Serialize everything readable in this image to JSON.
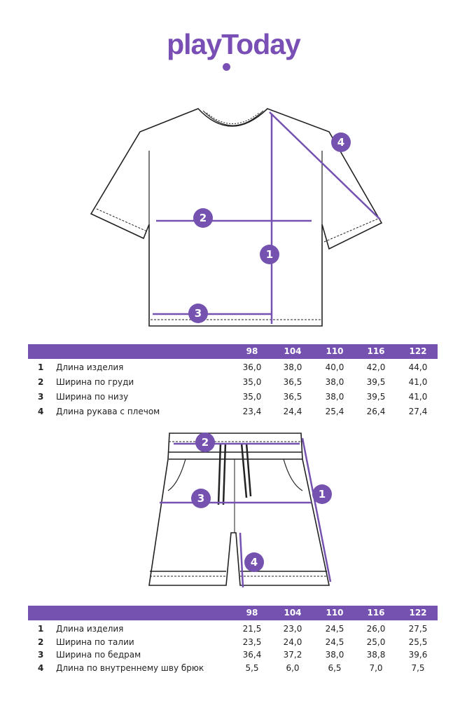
{
  "brand": "playToday",
  "colors": {
    "accent": "#7552b0"
  },
  "tshirt_markers": [
    "1",
    "2",
    "3",
    "4"
  ],
  "shorts_markers": [
    "1",
    "2",
    "3",
    "4"
  ],
  "sizes": [
    "98",
    "104",
    "110",
    "116",
    "122"
  ],
  "tshirt_table": [
    {
      "n": "1",
      "label": "Длина изделия",
      "values": [
        "36,0",
        "38,0",
        "40,0",
        "42,0",
        "44,0"
      ]
    },
    {
      "n": "2",
      "label": "Ширина по груди",
      "values": [
        "35,0",
        "36,5",
        "38,0",
        "39,5",
        "41,0"
      ]
    },
    {
      "n": "3",
      "label": "Ширина по низу",
      "values": [
        "35,0",
        "36,5",
        "38,0",
        "39,5",
        "41,0"
      ]
    },
    {
      "n": "4",
      "label": "Длина рукава с плечом",
      "values": [
        "23,4",
        "24,4",
        "25,4",
        "26,4",
        "27,4"
      ]
    }
  ],
  "shorts_table": [
    {
      "n": "1",
      "label": "Длина изделия",
      "values": [
        "21,5",
        "23,0",
        "24,5",
        "26,0",
        "27,5"
      ]
    },
    {
      "n": "2",
      "label": "Ширина по талии",
      "values": [
        "23,5",
        "24,0",
        "24,5",
        "25,0",
        "25,5"
      ]
    },
    {
      "n": "3",
      "label": "Ширина по бедрам",
      "values": [
        "36,4",
        "37,2",
        "38,0",
        "38,8",
        "39,6"
      ]
    },
    {
      "n": "4",
      "label": "Длина по внутреннему шву брюк",
      "values": [
        "5,5",
        "6,0",
        "6,5",
        "7,0",
        "7,5"
      ]
    }
  ]
}
